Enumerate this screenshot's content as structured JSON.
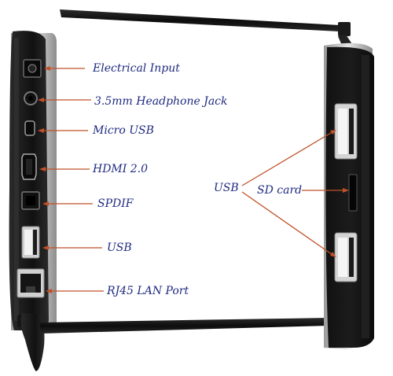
{
  "labels": {
    "electrical_input": "Electrical Input",
    "headphone_jack": "3.5mm Headphone Jack",
    "micro_usb": "Micro USB",
    "hdmi": "HDMI 2.0",
    "spdif": "SPDIF",
    "usb_left": "USB",
    "rj45": "RJ45 LAN Port",
    "usb_right": "USB",
    "sd_card": "SD card"
  },
  "colors": {
    "arrow": "#c0522a",
    "label_text": "#1f2a80",
    "device_body": "#141414",
    "device_trim": "#c9c9c9",
    "port_metal": "#d8d8d8"
  }
}
